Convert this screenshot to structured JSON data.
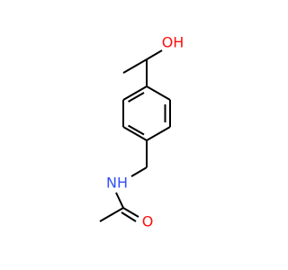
{
  "molecule": {
    "atoms": {
      "hydroxyl": {
        "label": "OH",
        "color": "#ff0d0d"
      },
      "amide_nitrogen": {
        "label": "NH",
        "color": "#3050f8"
      },
      "carbonyl_oxygen": {
        "label": "O",
        "color": "#ff0d0d"
      }
    },
    "bond_color": "#000000"
  }
}
